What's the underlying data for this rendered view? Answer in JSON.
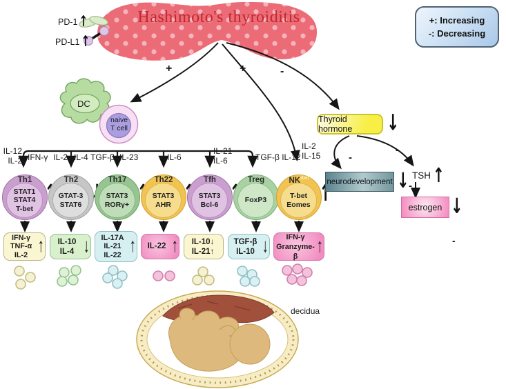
{
  "title": "Hashimoto's thyroiditis",
  "legend": {
    "line1": "+: Increasing",
    "line2": "-: Decreasing"
  },
  "pd": {
    "pd1_label": "PD-1",
    "pdl1_label": "PD-L1",
    "arrow": "↑"
  },
  "dc_label": "DC",
  "naive_t": {
    "line1": "naive",
    "line2": "T cell"
  },
  "edge_labels": {
    "plus_to_naive": "+",
    "plus_to_nk": "+",
    "minus_to_hormone": "-",
    "minus_to_neuro": "-",
    "minus_to_tsh": "-",
    "minus_tsh_estrogen": "-",
    "stray_minus": "-"
  },
  "bracket_labels": {
    "far_left": [
      "IL-12",
      "IL-2"
    ],
    "th1": "IFN-γ",
    "th2_left": "IL-2",
    "th2_right": "IL-4",
    "th17_left": "TGF-β",
    "th17_right": "IL-23",
    "th22": "IL-6",
    "tfh": [
      "IL-21",
      "IL-6"
    ],
    "treg": "TGF-β IL-12",
    "nk": [
      "IL-2",
      "IL-15"
    ]
  },
  "cells": [
    {
      "name": "Th1",
      "factors": [
        "STAT1",
        "STAT4",
        "T-bet"
      ],
      "trend": "↑"
    },
    {
      "name": "Th2",
      "factors": [
        "GTAT-3",
        "STAT6"
      ],
      "trend": "↓"
    },
    {
      "name": "Th17",
      "factors": [
        "STAT3",
        "RORγ+"
      ],
      "trend": "↑"
    },
    {
      "name": "Th22",
      "factors": [
        "STAT3",
        "AHR"
      ],
      "trend": "↑"
    },
    {
      "name": "Tfh",
      "factors": [
        "STAT3",
        "Bcl-6"
      ],
      "trend": "↑"
    },
    {
      "name": "Treg",
      "factors": [
        "FoxP3"
      ],
      "trend": "↓"
    },
    {
      "name": "NK",
      "sup": "dim",
      "factors": [
        "T-bet",
        "Eomes"
      ],
      "trend": "↑"
    }
  ],
  "output_boxes": [
    {
      "lines": [
        "IFN-γ",
        "TNF-α",
        "IL-2"
      ],
      "trend": "↑",
      "color": "#fbf6d2"
    },
    {
      "lines": [
        "IL-10",
        "IL-4"
      ],
      "trend": "↓",
      "color": "#d9f0cc"
    },
    {
      "lines": [
        "IL-17A",
        "IL-21",
        "IL-22"
      ],
      "trend": "↑",
      "color": "#d6f0f2"
    },
    {
      "lines": [
        "IL-22"
      ],
      "trend": "↑",
      "color": "#f2a3cd"
    },
    {
      "lines": [
        "IL-10↓",
        "IL-21↑"
      ],
      "trend": "",
      "color": "#fbf6d2"
    },
    {
      "lines": [
        "TGF-β",
        "IL-10"
      ],
      "trend": "↓",
      "color": "#d6f0f2"
    },
    {
      "lines": [
        "IFN-γ",
        "Granzyme-β"
      ],
      "trend": "↑",
      "color": "#f2a3cd"
    }
  ],
  "right_panel": {
    "thyroid_hormone": {
      "label": "Thyroid hormone",
      "trend": "↓"
    },
    "neurodevelopment": {
      "label": "neurodevelopment",
      "trend": "↓"
    },
    "tsh": {
      "label": "TSH",
      "trend": "↑"
    },
    "estrogen": {
      "label": "estrogen",
      "trend": "↓"
    }
  },
  "decidua_label": "decidua",
  "dot_clusters": [
    {
      "color": "#e9e6b4",
      "stroke": "#c3bd7c",
      "count": 3
    },
    {
      "color": "#dff2d6",
      "stroke": "#92c38c",
      "count": 4
    },
    {
      "color": "#dbf0f2",
      "stroke": "#8fc0c6",
      "count": 4
    },
    {
      "color": "#f4c2da",
      "stroke": "#d27fae",
      "count": 2
    },
    {
      "color": "#f4f1d5",
      "stroke": "#c3bd7c",
      "count": 3
    },
    {
      "color": "#dbf0f2",
      "stroke": "#8fc0c6",
      "count": 4
    },
    {
      "color": "#f4c2da",
      "stroke": "#d27fae",
      "count": 5
    }
  ],
  "palette": {
    "thyroid_blob": "#eb6b76",
    "thyroid_dots": "#f6b3bc",
    "title_red": "#c2272d",
    "legend_blue": "#cfe2f5",
    "hormone_yellow": "#f7ef45",
    "neuro_teal": "#5c838d",
    "estrogen_pink": "#f590c3"
  }
}
